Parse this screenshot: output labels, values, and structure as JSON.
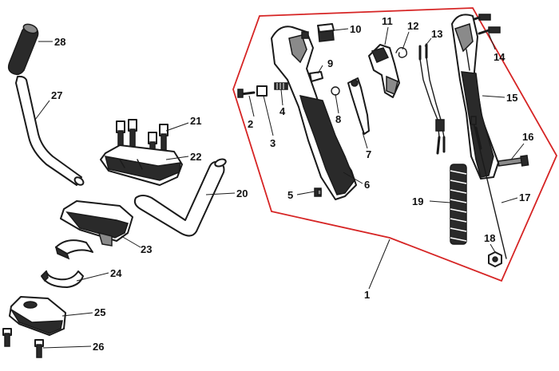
{
  "colors": {
    "boundary": "#d62424",
    "ink": "#1a1a1a",
    "background": "#ffffff"
  },
  "labels": {
    "p1": "1",
    "p2": "2",
    "p3": "3",
    "p4": "4",
    "p5": "5",
    "p6": "6",
    "p7": "7",
    "p8": "8",
    "p9": "9",
    "p10": "10",
    "p11": "11",
    "p12": "12",
    "p13": "13",
    "p14": "14",
    "p15": "15",
    "p16": "16",
    "p17": "17",
    "p18": "18",
    "p19": "19",
    "p20": "20",
    "p21": "21",
    "p22": "22",
    "p23": "23",
    "p24": "24",
    "p25": "25",
    "p26": "26",
    "p27": "27",
    "p28": "28"
  }
}
